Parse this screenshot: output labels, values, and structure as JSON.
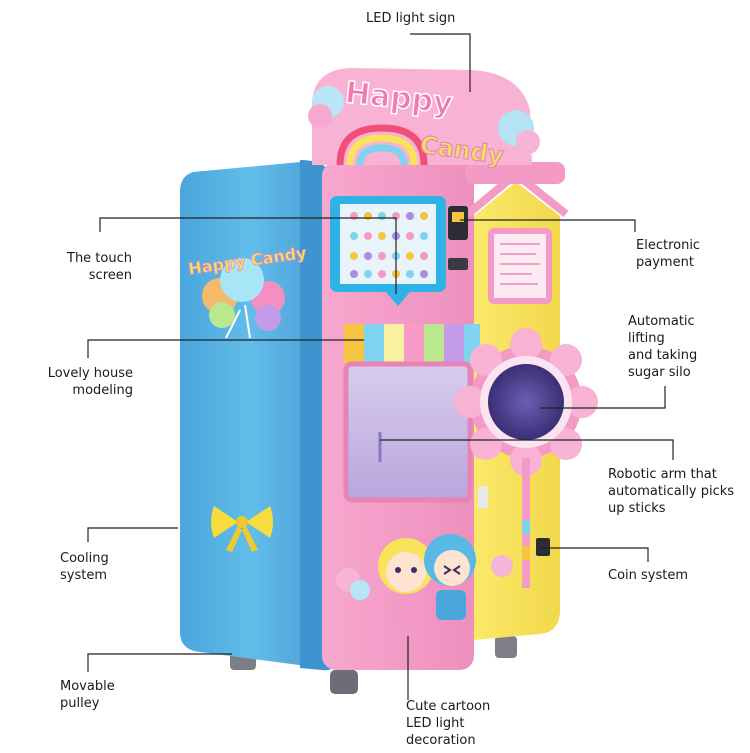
{
  "callouts": {
    "led_light_sign": "LED light sign",
    "touch_screen": "The touch\nscreen",
    "electronic_payment": "Electronic\npayment",
    "lifting_silo": "Automatic\nlifting\nand taking\nsugar silo",
    "house_modeling": "Lovely house\nmodeling",
    "robotic_arm": "Robotic arm that\nautomatically picks\nup sticks",
    "cooling_system": "Cooling\nsystem",
    "coin_system": "Coin system",
    "movable_pulley": "Movable\npulley",
    "cartoon_decoration": "Cute cartoon\nLED light\ndecoration"
  },
  "machine": {
    "sign_word_1": "Happy",
    "sign_word_2": "Candy",
    "side_logo": "Happy Candy"
  },
  "colors": {
    "blue_body": "#58b9e8",
    "pink_body": "#f39ac6",
    "yellow_body": "#f7e45c",
    "screen_blue": "#2fb2e6",
    "window_purple": "#4b3e8a",
    "line": "#222222"
  }
}
